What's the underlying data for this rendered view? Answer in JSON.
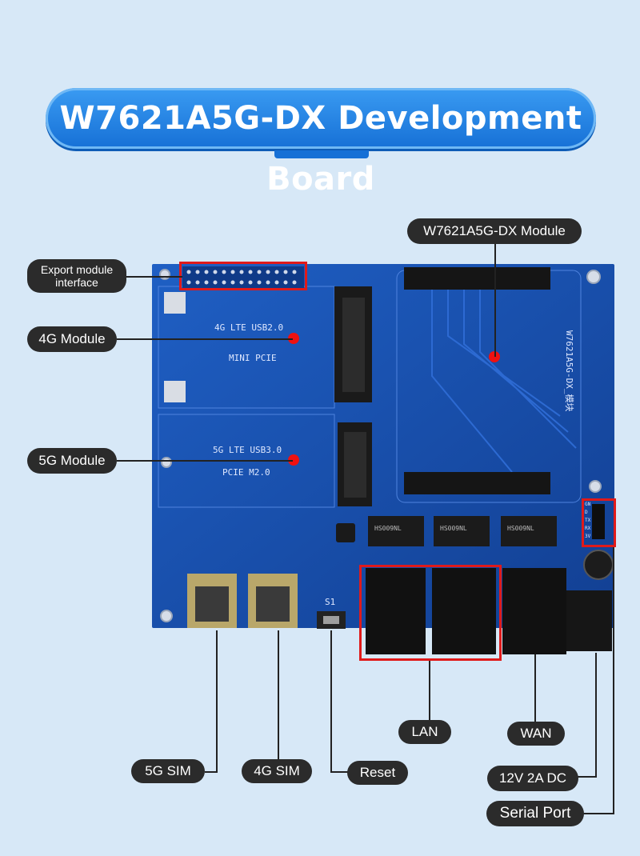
{
  "title": "W7621A5G-DX Development Board",
  "board_silkscreen": {
    "lte4g_line1": "4G LTE USB2.0",
    "lte4g_line2": "MINI PCIE",
    "lte5g_line1": "5G LTE USB3.0",
    "lte5g_line2": "PCIE M2.0",
    "module_name": "W7621A5G-DX_模块",
    "transformer": "HS009NL",
    "switch_label": "S1",
    "serial_pins": "GND TX RX 3V"
  },
  "labels": {
    "module": "W7621A5G-DX Module",
    "export_interface": "Export module interface",
    "module_4g": "4G Module",
    "module_5g": "5G Module",
    "lan": "LAN",
    "wan": "WAN",
    "sim_5g": "5G SIM",
    "sim_4g": "4G SIM",
    "reset": "Reset",
    "power": "12V 2A DC",
    "serial": "Serial Port"
  },
  "colors": {
    "board": "#1d56b8",
    "highlight": "#e01a1a",
    "label_bg": "#2b2b2b",
    "title_bg": "#1e80e6"
  }
}
